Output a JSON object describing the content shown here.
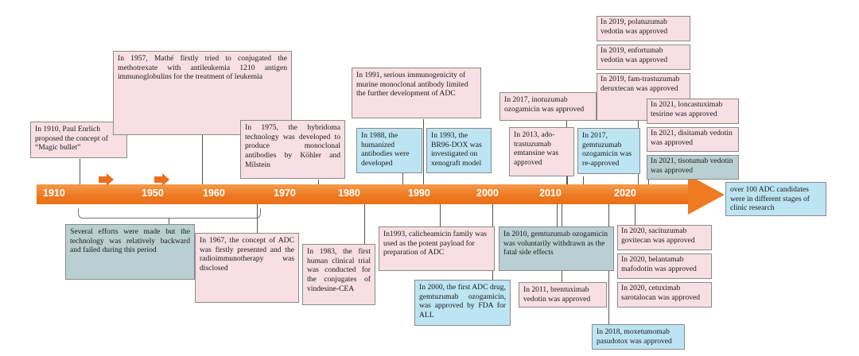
{
  "timeline": {
    "years": [
      "1910",
      "1950",
      "1960",
      "1970",
      "1980",
      "1990",
      "2000",
      "2010",
      "2020"
    ],
    "arrow_color": "#ee7a22"
  },
  "events": {
    "e1910": "In 1910, Paul Enrlich proposed the concept of “Magic bullet”",
    "e1957": "In 1957, Mathé firstly tried to conjugated the methotrexate with antileukemia 1210 antigen immunoglobulins for the treatment of leukemia",
    "e1975": "In 1975, the hybridoma technology was developed to produce monoclonal antibodies by Köhler and Milstein",
    "e1988": "In 1988, the humanized antibodies were developed",
    "e1991": "In 1991, serious immunogenicity of murine monoclonal antibody limited the further development of ADC",
    "e1993a": "In 1993, the BR96-DOX was investigated on xenograft model",
    "e2013": "In 2013, ado-trastuzumab emtansine was approved",
    "e2017a": "In 2017, inotuzumab ozogamicin was approved",
    "e2017b": "In 2017, gemtuzumab ozogamicin was re-approved",
    "e2019a": "In 2019, polatuzumab vedotin was approved",
    "e2019b": "In 2019, enfortumab vedotin was approved",
    "e2019c": "In 2019, fam-trastuzumab deruxtecan was approved",
    "e2021a": "In 2021, loncastuximab tesirine was approved",
    "e2021b": "In 2021, disitamab vedotin was approved",
    "e2021c": "In 2021, tisotumab vedotin was approved",
    "efuture": "over 100 ADC candidates were in different stages of clinic research",
    "eefforts": "Several efforts were made but the technology was relatively backward and failed during this period",
    "e1967": "In 1967, the concept of ADC was firstly presented and the radioimmunotherapy was disclosed",
    "e1983": "In 1983, the first human clinical trial was conducted for the conjugates of vindesine-CEA",
    "e1993b": "In1993, calicheamicin family was used as the potent payload for preparation of ADC",
    "e2000": "In 2000, the first ADC drug, gemtuzumab ozogamicin, was approved by FDA for ALL",
    "e2010": "In 2010, gemtuzumab ozogamicin was voluntarily withdrawn as the fatal side effects",
    "e2011": "In 2011, brentuximab vedotin was approved",
    "e2018": "In 2018, moxetumomab pasudotox was approved",
    "e2020a": "In 2020, sacituzumab govitecan was approved",
    "e2020b": "In 2020, belantamab mafodotin was approved",
    "e2020c": "In 2020, cetuximab sarotalocan was approved"
  },
  "colors": {
    "pink": "#f7dfe4",
    "blue": "#bde4f3",
    "gray": "#b9cfd2"
  }
}
